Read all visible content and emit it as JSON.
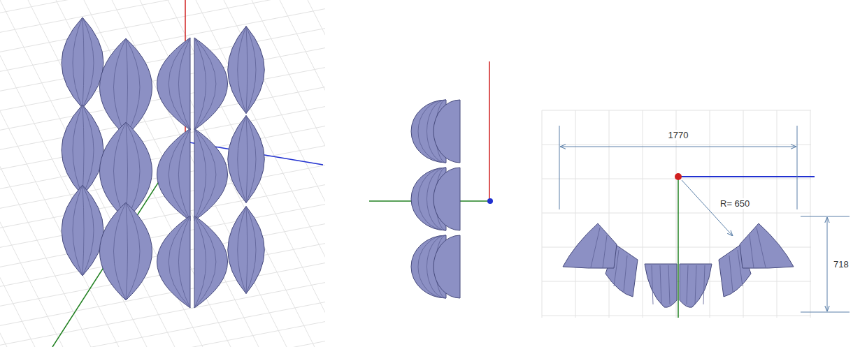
{
  "diagram": {
    "labels": [
      "1770",
      "R= 650",
      "718"
    ]
  }
}
